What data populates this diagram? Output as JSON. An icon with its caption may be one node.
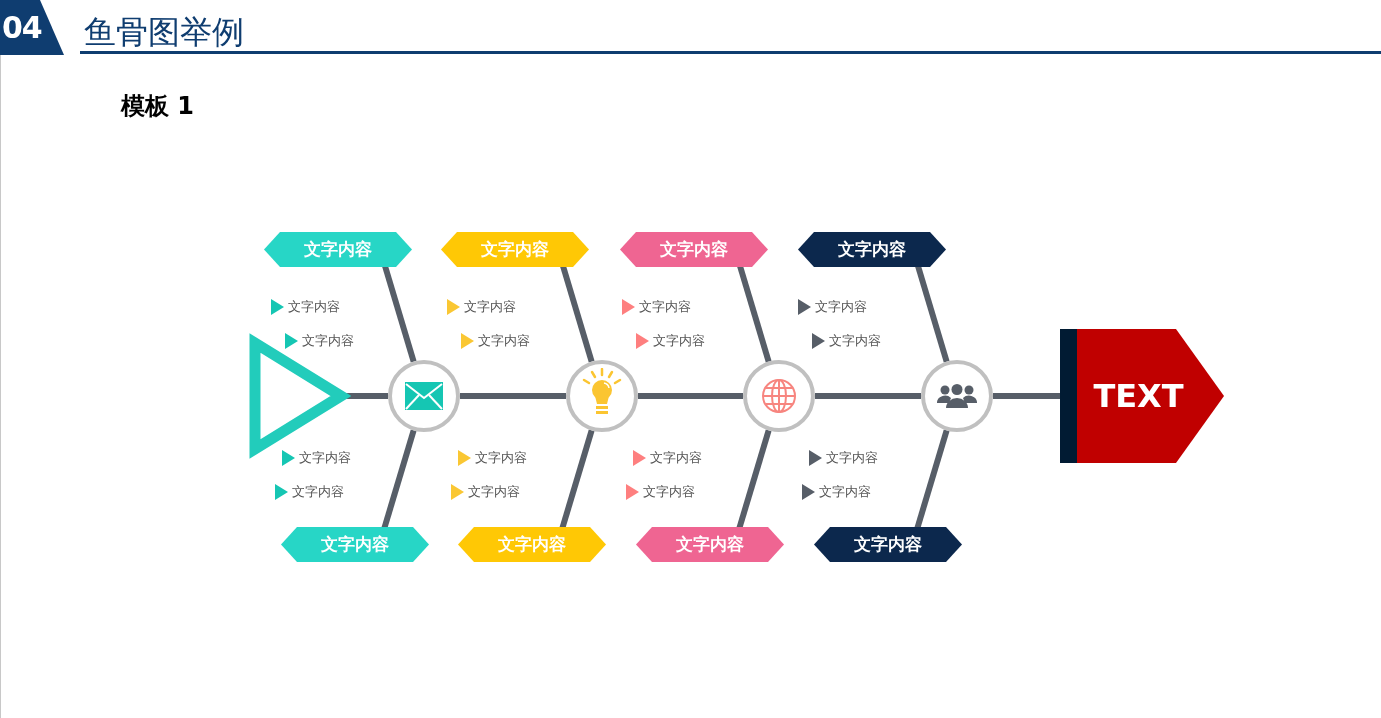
{
  "diagram": {
    "title": "鱼骨图举例",
    "nodes": [
      {
        "text": [],
        "shape": "triangle"
      },
      {
        "text": [],
        "shape": "circle"
      },
      {
        "text": [],
        "shape": "circle"
      },
      {
        "text": [],
        "shape": "circle"
      },
      {
        "text": [],
        "shape": "circle"
      },
      {
        "text": [
          "TEXT"
        ]
      },
      {
        "text": [
          "文字内容"
        ]
      },
      {
        "text": [
          "文字内容"
        ]
      },
      {
        "text": [
          "文字内容"
        ]
      },
      {
        "text": [
          "文字内容"
        ]
      },
      {
        "text": [
          "文字内容"
        ]
      },
      {
        "text": [
          "文字内容"
        ]
      },
      {
        "text": [
          "文字内容"
        ]
      },
      {
        "text": [
          "文字内容"
        ]
      }
    ],
    "edges": [
      {
        "from": 0,
        "to": 1,
        "arrow": "none"
      },
      {
        "from": 1,
        "to": 2,
        "arrow": "none"
      },
      {
        "from": 2,
        "to": 3,
        "arrow": "none"
      },
      {
        "from": 3,
        "to": 4,
        "arrow": "none"
      },
      {
        "from": 4,
        "to": 5,
        "arrow": "none"
      },
      {
        "from": 6,
        "to": 1,
        "arrow": "none"
      },
      {
        "from": 7,
        "to": 2,
        "arrow": "none"
      },
      {
        "from": 8,
        "to": 3,
        "arrow": "none"
      },
      {
        "from": 9,
        "to": 4,
        "arrow": "none"
      },
      {
        "from": 10,
        "to": 1,
        "arrow": "none"
      },
      {
        "from": 11,
        "to": 2,
        "arrow": "none"
      },
      {
        "from": 12,
        "to": 3,
        "arrow": "none"
      },
      {
        "from": 13,
        "to": 4,
        "arrow": "none"
      }
    ],
    "labels": [
      "04",
      "模板 1",
      "文字内容",
      "文字内容",
      "文字内容",
      "文字内容",
      "文字内容",
      "文字内容",
      "文字内容",
      "文字内容",
      "文字内容",
      "文字内容",
      "文字内容",
      "文字内容",
      "文字内容",
      "文字内容",
      "文字内容",
      "文字内容"
    ]
  }
}
